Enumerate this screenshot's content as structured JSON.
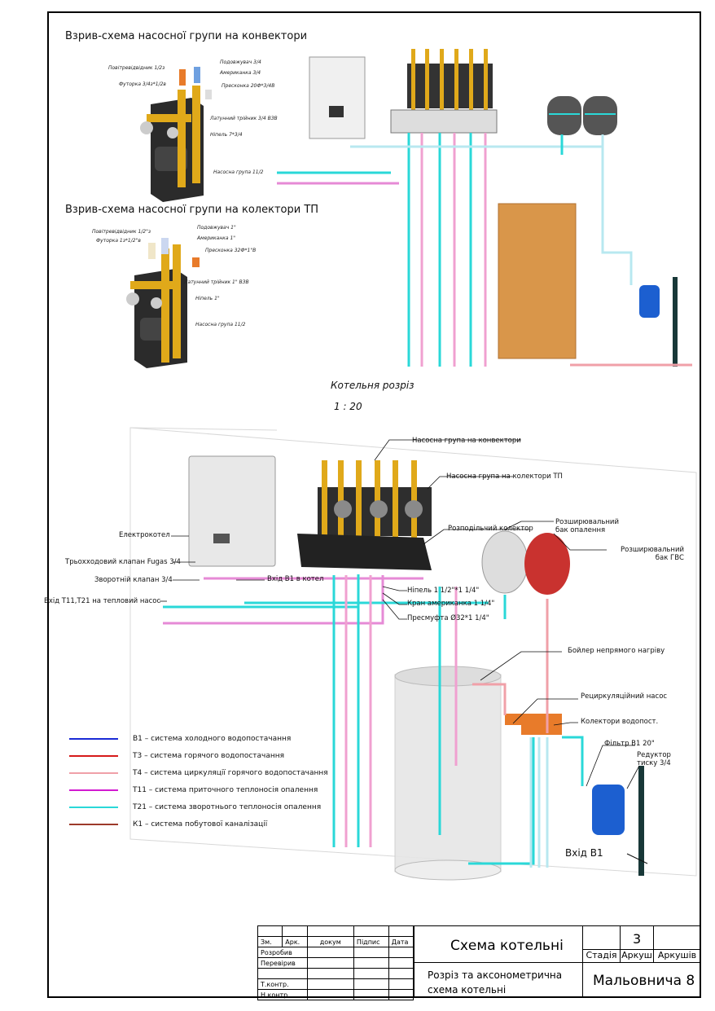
{
  "top_section": {
    "explode_convector_title": "Взрив-схема насосної групи на конвектори",
    "explode_convector_labels": [
      "Повітревідвідник 1/2з",
      "Футорка 3/4з*1/2в",
      "Подовжувач 3/4",
      "Американка 3/4",
      "Пресконка 20Ф*3/4В",
      "Латунний трійник 3/4 ВЗВ",
      "Ніпель 7*3/4",
      "Насосна група 11/2"
    ],
    "explode_floor_title": "Взрив-схема насосної групи на колектори ТП",
    "explode_floor_labels": [
      "Повітревідвідник 1/2\"з",
      "Футорка 1з*1/2\"в",
      "Подовжувач 1\"",
      "Американка 1\"",
      "Пресконка 32Ф*1\"В",
      "Латунний трійник 1\" ВЗВ",
      "Ніпель 1\"",
      "Насосна група 11/2"
    ],
    "section_caption": "Котельня розріз",
    "section_scale": "1 : 20"
  },
  "axon_labels": {
    "pump_convectors": "Насосна група на конвектори",
    "pump_floor": "Насосна група на колектори ТП",
    "distribution_collector": "Розподільчий колектор",
    "expansion_heating": "Розширювальний бак опалення",
    "expansion_dhw": "Розширювальний бак ГВС",
    "electric_boiler": "Електрокотел",
    "three_way_valve": "Трьохходовий клапан Fugas 3/4",
    "check_valve": "Зворотній клапан 3/4",
    "inlet_t11_t21": "Вхід Т11,Т21 на тепловий насос",
    "inlet_b1_boiler": "Вхід В1 в котел",
    "nipple": "Ніпель 1 1/2\"*1 1/4\"",
    "union_valve": "Кран американка 1 1/4\"",
    "press_fitting": "Пресмуфта Ø32*1 1/4\"",
    "indirect_boiler": "Бойлер непрямого нагріву",
    "recirc_pump": "Рециркуляційний насос",
    "water_collectors": "Колектори водопост.",
    "filter": "Фільтр В1 20\"",
    "pressure_reducer": "Редуктор тиску 3/4",
    "inlet_b1": "Вхід В1"
  },
  "legend": [
    {
      "code": "В1 – система холодного водопостачання",
      "color": "#1a2bd6"
    },
    {
      "code": "Т3 – система горячого водопостачання",
      "color": "#d61a1a"
    },
    {
      "code": "Т4 – система циркуляції горячого водопостачання",
      "color": "#f0a0a8"
    },
    {
      "code": "Т11 – система приточного теплоносія опалення",
      "color": "#d21ad0"
    },
    {
      "code": "Т21 – система зворотнього теплоносія опалення",
      "color": "#2ad8d8"
    },
    {
      "code": "К1 – система побутової каналізації",
      "color": "#9c3a2a"
    }
  ],
  "title_block": {
    "headers": [
      "Зм.",
      "Арк.",
      "докум",
      "Підпис",
      "Дата"
    ],
    "roles": [
      "Розробив",
      "Перевірив",
      "",
      "Т.контр.",
      "Н.контр."
    ],
    "drawing_title": "Схема котельні",
    "stage_label": "Стадія",
    "sheet_label": "Аркуш",
    "sheets_label": "Аркушів",
    "sheet_number": "3",
    "subtitle_line1": "Розріз та аксонометрична",
    "subtitle_line2": "схема котельні",
    "project": "Мальовнича 8"
  }
}
